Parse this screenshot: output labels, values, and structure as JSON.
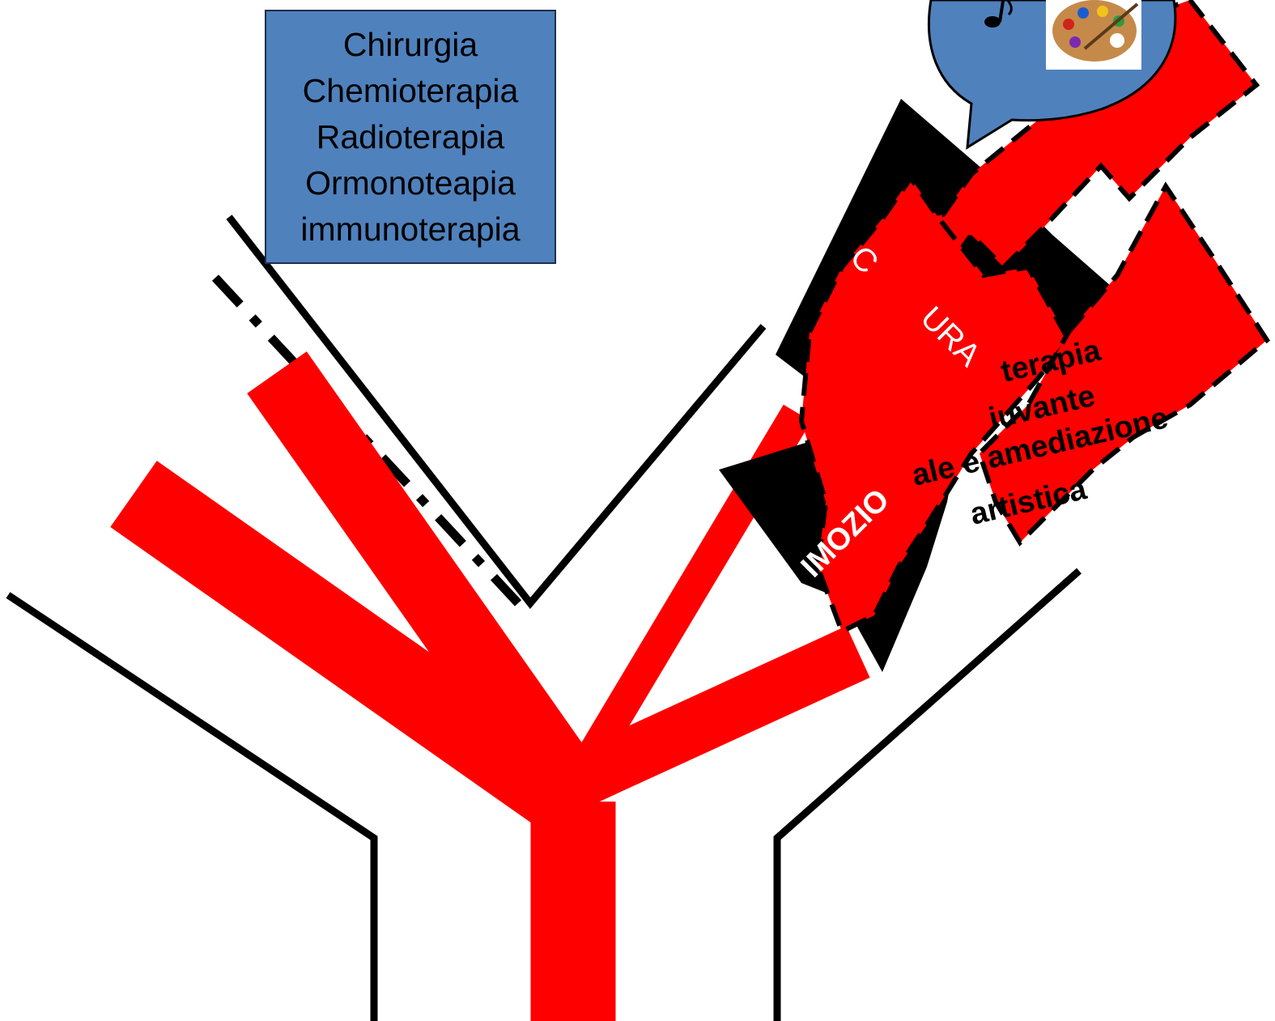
{
  "treatments": {
    "items": [
      "Chirurgia",
      "Chemioterapia",
      "Radioterapia",
      "Ormonoteapia",
      "immunoterapia"
    ]
  },
  "labels": {
    "cura_fragment": "C",
    "cura_fragment2": "URA",
    "emozionale_fragment": "IMOZIO",
    "therapy_line1": "terapia",
    "therapy_line2": "iuvante",
    "therapy_line3": "ale e amediazione",
    "therapy_line4": "artistica"
  },
  "bubble": {
    "icons": [
      "music-note-icon",
      "paint-palette-icon"
    ]
  },
  "colors": {
    "red": "#ff0000",
    "black": "#000000",
    "blue": "#4f81bd",
    "bubble_fill": "#4f81bd"
  }
}
